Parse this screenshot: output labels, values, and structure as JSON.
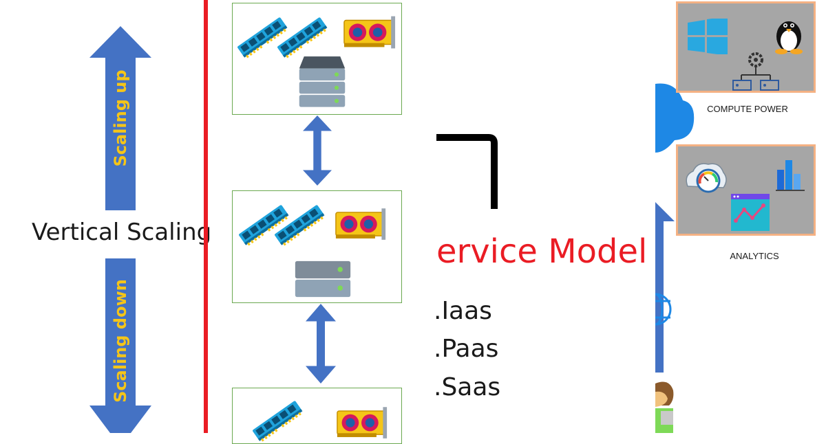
{
  "vertical_scaling": {
    "title": "Vertical Scaling",
    "scaling_up_label": "Scaling up",
    "scaling_down_label": "Scaling down"
  },
  "service_model": {
    "title": "ervice Model",
    "items": [
      ".Iaas",
      ".Paas",
      ".Saas"
    ]
  },
  "right_panel": {
    "compute_label": "COMPUTE POWER",
    "analytics_label": "ANALYTICS"
  },
  "colors": {
    "arrow_blue": "#4472c4",
    "label_yellow": "#f5c518",
    "divider_red": "#ea1c24",
    "box_border_green": "#6aa84f",
    "tile_gray": "#a6a6a6",
    "tile_border_orange": "#f4b183"
  },
  "icons": [
    "ram-stick-icon",
    "graphics-card-icon",
    "server-icon",
    "double-arrow-icon",
    "windows-icon",
    "linux-penguin-icon",
    "network-gear-icon",
    "cloud-icon",
    "dashboard-gauge-icon",
    "bar-chart-icon",
    "line-chart-window-icon",
    "globe-icon",
    "person-icon"
  ]
}
